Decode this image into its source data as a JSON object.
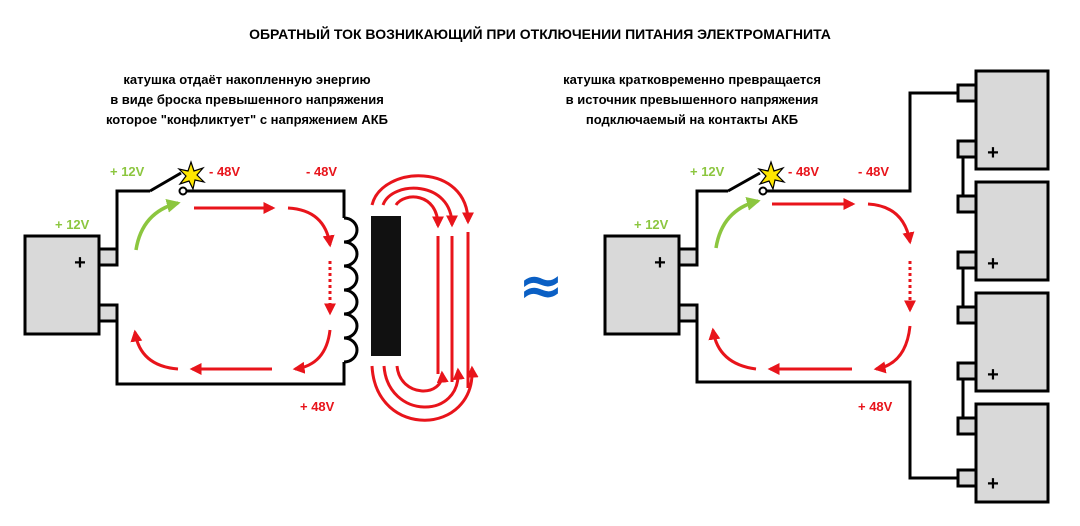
{
  "title": "ОБРАТНЫЙ ТОК ВОЗНИКАЮЩИЙ ПРИ ОТКЛЮЧЕНИИ ПИТАНИЯ ЭЛЕКТРОМАГНИТА",
  "left": {
    "caption": [
      "катушка отдаёт накопленную энергию",
      "в виде броска превышенного напряжения",
      "которое \"конфликтует\" с напряжением АКБ"
    ],
    "label_switch_plus": "+ 12V",
    "label_batt_plus": "+ 12V",
    "label_spark_minus": "- 48V",
    "label_top_minus": "- 48V",
    "label_bottom_plus": "+ 48V",
    "battery_plus": "+"
  },
  "approx_symbol": "≈",
  "right": {
    "caption": [
      "катушка кратковременно превращается",
      "в источник превышенного напряжения",
      "подключаемый на контакты АКБ"
    ],
    "label_switch_plus": "+ 12V",
    "label_batt_plus": "+ 12V",
    "label_spark_minus": "- 48V",
    "label_top_minus": "- 48V",
    "label_bottom_plus": "+ 48V",
    "battery_plus": "+",
    "stack_plus": [
      "+",
      "+",
      "+",
      "+"
    ]
  },
  "colors": {
    "red": "#e8141b",
    "green": "#8cc63f",
    "battery_fill": "#d9d9d9",
    "core": "#111111",
    "spark": "#ffe600",
    "approx": "#0a5fc4"
  }
}
